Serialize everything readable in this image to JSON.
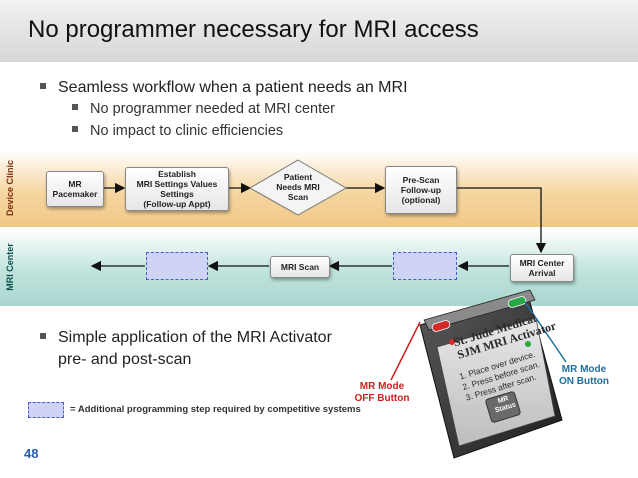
{
  "title": "No programmer necessary for MRI access",
  "bullets": {
    "b1": "Seamless workflow when a patient needs an MRI",
    "b1_sub": [
      "No programmer needed at MRI center",
      "No impact to clinic efficiencies"
    ],
    "b2_line1": "Simple application of the MRI Activator",
    "b2_line2": "pre- and post-scan"
  },
  "lanes": {
    "device_clinic": "Device Clinic",
    "mri_center": "MRI Center"
  },
  "flow": {
    "mr_pacemaker": "MR\nPacemaker",
    "establish": "Establish\nMRI Settings Values\nSettings\n(Follow-up Appt)",
    "patient_needs": "Patient\nNeeds MRI\nScan",
    "prescan": "Pre-Scan\nFollow-up\n(optional)",
    "mri_arrival": "MRI Center\nArrival",
    "mri_scan": "MRI Scan"
  },
  "legend": "= Additional programming step required by competitive systems",
  "device": {
    "brand": "St. Jude Medical\nSJM MRI Activator",
    "steps": "1. Place over device.\n2. Press      before scan.\n3. Press      after scan.",
    "status": "MR\nStatus"
  },
  "callouts": {
    "off": "MR Mode\nOFF Button",
    "on": "MR Mode\nON Button"
  },
  "page_number": "48",
  "colors": {
    "callout": "#cc1f1f",
    "on_callout": "#1f6f9e",
    "page_number": "#2b5fae"
  }
}
